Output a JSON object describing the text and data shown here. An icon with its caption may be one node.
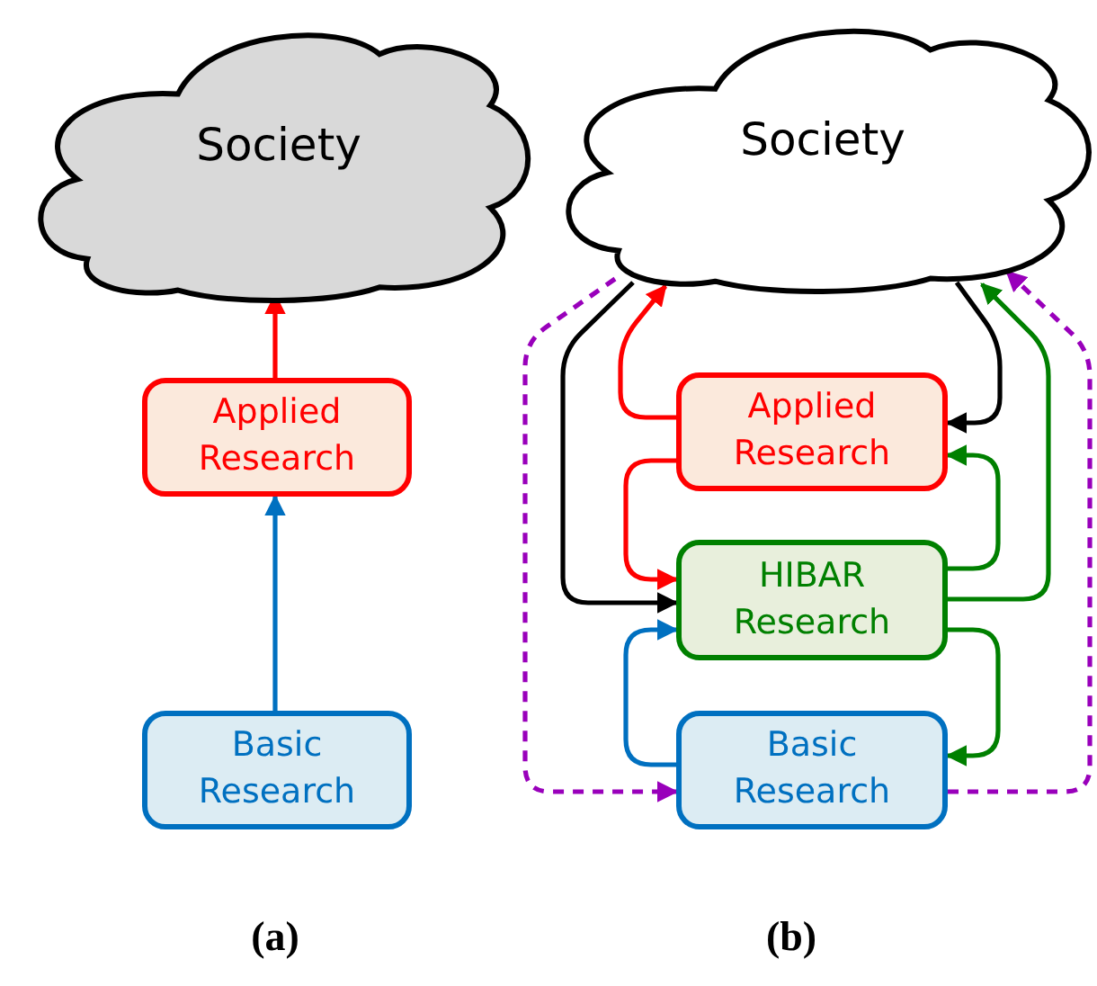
{
  "diagram": {
    "nodes": [
      {
        "text": [
          "Society"
        ]
      },
      {
        "text": [
          "Applied Research"
        ]
      },
      {
        "text": [
          "Basic Research"
        ]
      },
      {
        "text": [
          "Society"
        ]
      },
      {
        "text": [
          "Applied Research"
        ]
      },
      {
        "text": [
          "HIBAR Research"
        ]
      },
      {
        "text": [
          "Basic Research"
        ]
      }
    ],
    "edges": [
      {
        "from": 1,
        "to": 0,
        "arrow": "to",
        "color": "#ff0000"
      },
      {
        "from": 2,
        "to": 1,
        "arrow": "to",
        "color": "#0070c0"
      },
      {
        "from": 4,
        "to": 3,
        "arrow": "to",
        "color": "#ff0000"
      },
      {
        "from": 3,
        "to": 4,
        "arrow": "to",
        "color": "#000000"
      },
      {
        "from": 4,
        "to": 5,
        "arrow": "to",
        "color": "#ff0000"
      },
      {
        "from": 3,
        "to": 5,
        "arrow": "to",
        "color": "#000000"
      },
      {
        "from": 5,
        "to": 4,
        "arrow": "to",
        "color": "#008000"
      },
      {
        "from": 5,
        "to": 3,
        "arrow": "to",
        "color": "#008000"
      },
      {
        "from": 6,
        "to": 5,
        "arrow": "to",
        "color": "#0070c0"
      },
      {
        "from": 5,
        "to": 6,
        "arrow": "to",
        "color": "#008000"
      },
      {
        "from": 3,
        "to": 6,
        "arrow": "to",
        "style": "dashed",
        "color": "#9900bb"
      },
      {
        "from": 6,
        "to": 3,
        "arrow": "to",
        "style": "dashed",
        "color": "#9900bb"
      }
    ],
    "labels": [
      "(a)",
      "(b)"
    ]
  }
}
